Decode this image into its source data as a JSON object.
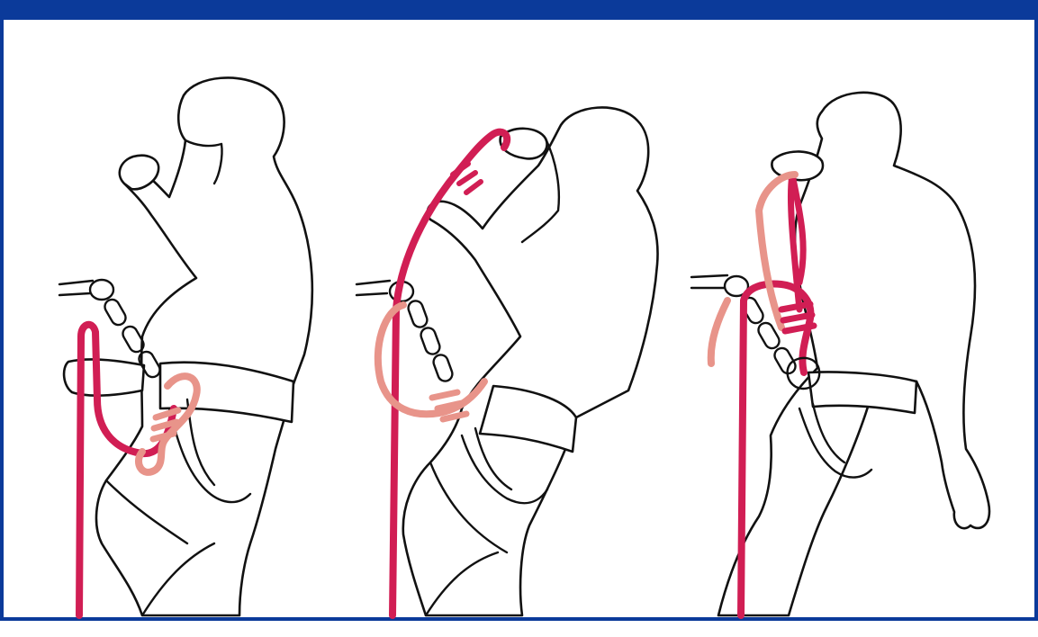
{
  "colors": {
    "frame": "#0b3a9a",
    "background": "#ffffff",
    "outline": "#111111",
    "rope_main": "#d11e54",
    "rope_tail": "#e8948a"
  },
  "panels": [
    {
      "name": "panel-1",
      "figure": "climber-holding-rope-loop"
    },
    {
      "name": "panel-2",
      "figure": "climber-threading-rope"
    },
    {
      "name": "panel-3",
      "figure": "climber-finished-knot"
    }
  ]
}
